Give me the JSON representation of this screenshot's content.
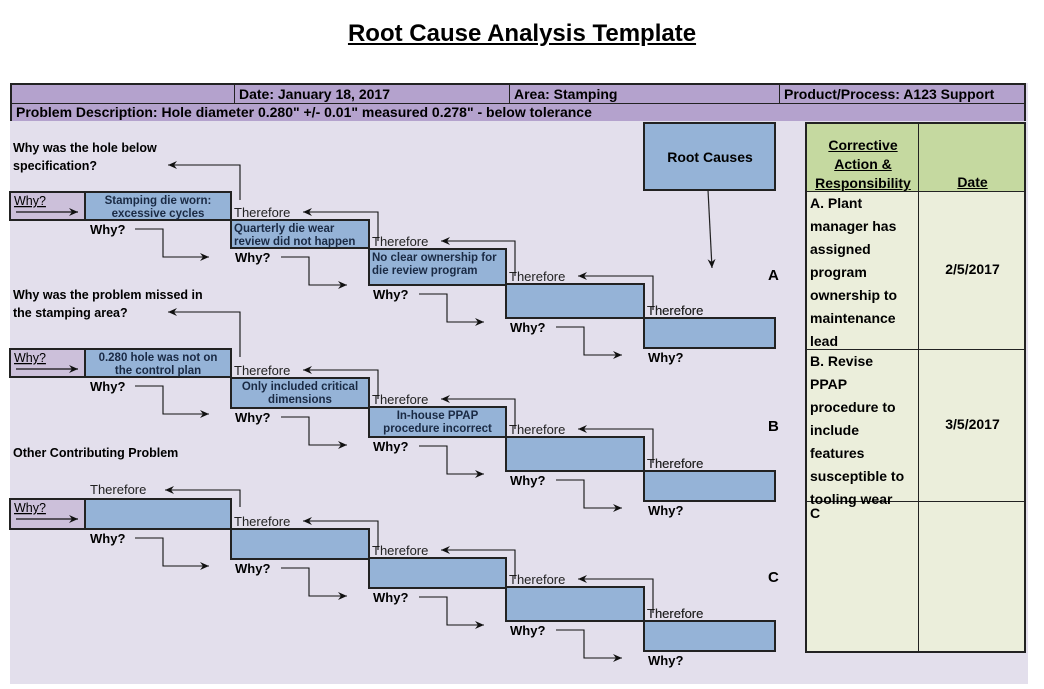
{
  "title": "Root Cause Analysis Template",
  "header": {
    "date": "Date:  January 18, 2017",
    "area": "Area:  Stamping",
    "product": "Product/Process: A123 Support",
    "problem": "Problem Description:  Hole diameter 0.280\" +/- 0.01\" measured 0.278\" - below tolerance"
  },
  "root_causes_label": "Root Causes",
  "chains": [
    {
      "id": "A",
      "letter": "A",
      "question": [
        "Why was the hole below",
        "specification?"
      ],
      "start_label": "Why?",
      "why_label": "Why?",
      "therefore_label": "Therefore",
      "boxes": [
        [
          "Stamping die worn:",
          "excessive cycles"
        ],
        [
          "Quarterly die wear",
          "review did not happen"
        ],
        [
          "No clear ownership for",
          "die review program"
        ],
        [],
        []
      ]
    },
    {
      "id": "B",
      "letter": "B",
      "question": [
        "Why was the problem missed in",
        "the stamping area?"
      ],
      "start_label": "Why?",
      "why_label": "Why?",
      "therefore_label": "Therefore",
      "boxes": [
        [
          "0.280 hole was not on",
          "the control plan"
        ],
        [
          "Only included critical",
          "dimensions"
        ],
        [
          "In-house PPAP",
          "procedure incorrect"
        ],
        [],
        []
      ]
    },
    {
      "id": "C",
      "letter": "C",
      "question": [
        "Other Contributing Problem"
      ],
      "start_label": "Why?",
      "why_label": "Why?",
      "therefore_label": "Therefore",
      "boxes": [
        [],
        [],
        [],
        [],
        []
      ]
    }
  ],
  "corrective_actions": {
    "header_action": [
      "Corrective",
      "Action &",
      "Responsibility"
    ],
    "header_date": "Date",
    "rows": [
      {
        "lines": [
          "A. Plant",
          "manager has",
          "assigned",
          "program",
          "ownership to",
          "maintenance",
          "lead"
        ],
        "date": "2/5/2017"
      },
      {
        "lines": [
          "B.  Revise",
          "PPAP",
          "procedure to",
          "include",
          "features",
          "susceptible to",
          "tooling wear"
        ],
        "date": "3/5/2017"
      },
      {
        "lines": [
          "C"
        ],
        "date": ""
      }
    ]
  },
  "colors": {
    "header_bg": "#b4a2cd",
    "sheet_bg": "#e3dfec",
    "box_blue": "#95b3d7",
    "start_box": "#ccc0da",
    "table_head": "#c5d9a0",
    "table_body": "#ebeedb"
  }
}
